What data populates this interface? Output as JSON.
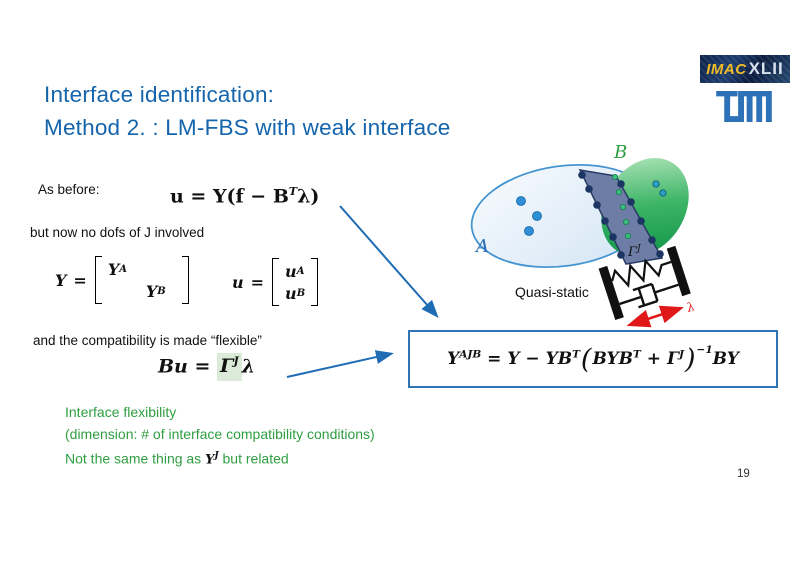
{
  "title": {
    "line1": "Interface identification:",
    "line2": "Method 2. : LM-FBS with weak interface"
  },
  "logos": {
    "imac_text": "IMAC",
    "imac_numerals": "XLII"
  },
  "annotations": {
    "as_before": "As before:",
    "no_dofs": "but now no dofs of J involved",
    "compatibility": "and the compatibility is made “flexible”",
    "quasi_static": "Quasi-static",
    "page_number": "19"
  },
  "green_notes": {
    "line1": "Interface flexibility",
    "line2": "(dimension: # of interface compatibility conditions)",
    "line3_pre": "Not the same thing as ",
    "line3_math_base": "Y",
    "line3_math_sup": "J",
    "line3_post": " but related"
  },
  "formulas": {
    "main": [
      "u = Y(f − B",
      "T",
      "λ)"
    ],
    "Y_matrix": {
      "lhs": "Y",
      "eq": "=",
      "cell_tl_base": "Y",
      "cell_tl_sup": "A",
      "cell_br_base": "Y",
      "cell_br_sup": "B"
    },
    "u_matrix": {
      "lhs": "u",
      "eq": "=",
      "row1_base": "u",
      "row1_sup": "A",
      "row2_base": "u",
      "row2_sup": "B"
    },
    "flexible": {
      "pre": "Bu = ",
      "gamma": "Γ",
      "gamma_sup": "J",
      "post": "λ"
    },
    "boxed": [
      "Y",
      "AJB",
      " = Y − YB",
      "T",
      "(",
      "BYB",
      "T",
      " + Γ",
      "J",
      ")",
      "−1",
      "BY"
    ]
  },
  "diagram": {
    "label_A": "A",
    "label_B": "B",
    "gamma_base": "Γ",
    "gamma_sup": "J",
    "lambda": "λ"
  },
  "colors": {
    "title_blue": "#1565ad",
    "arrow_blue": "#1f6cb5",
    "box_border": "#2e75b6",
    "note_green": "#2f9e41",
    "highlight_green": "#dcead9",
    "lambda_red": "#e01818",
    "tum_blue": "#2d71b8",
    "imac_yellow": "#f0b91d"
  }
}
